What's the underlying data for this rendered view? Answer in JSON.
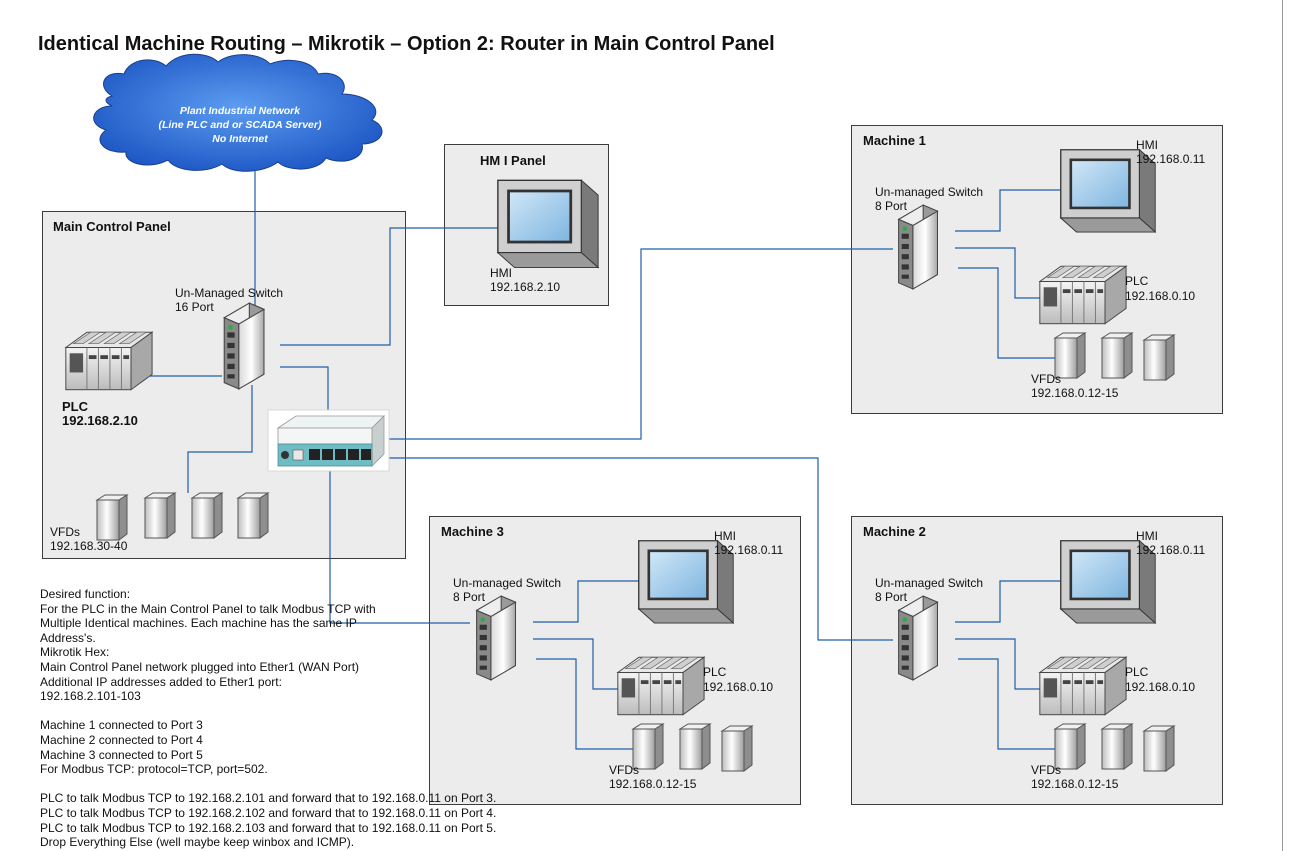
{
  "title": "Identical Machine Routing – Mikrotik – Option 2: Router in Main Control Panel",
  "cloud": {
    "line1": "Plant Industrial Network",
    "line2": "(Line PLC and or SCADA Server)",
    "line3": "No Internet"
  },
  "main_panel": {
    "title": "Main Control Panel",
    "switch_label_1": "Un-Managed Switch",
    "switch_label_2": "16 Port",
    "plc_label": "PLC",
    "plc_ip": "192.168.2.10",
    "vfd_label": "VFDs",
    "vfd_ip": "192.168.30-40"
  },
  "hmi_panel": {
    "title": "HM I Panel",
    "hmi_label": "HMI",
    "hmi_ip": "192.168.2.10"
  },
  "machine1": {
    "title": "Machine 1",
    "switch_label_1": "Un-managed Switch",
    "switch_label_2": "8 Port",
    "hmi_label": "HMI",
    "hmi_ip": "192.168.0.11",
    "plc_label": "PLC",
    "plc_ip": "192.168.0.10",
    "vfd_label": "VFDs",
    "vfd_ip": "192.168.0.12-15"
  },
  "machine2": {
    "title": "Machine 2",
    "switch_label_1": "Un-managed Switch",
    "switch_label_2": "8 Port",
    "hmi_label": "HMI",
    "hmi_ip": "192.168.0.11",
    "plc_label": "PLC",
    "plc_ip": "192.168.0.10",
    "vfd_label": "VFDs",
    "vfd_ip": "192.168.0.12-15"
  },
  "machine3": {
    "title": "Machine 3",
    "switch_label_1": "Un-managed Switch",
    "switch_label_2": "8 Port",
    "hmi_label": "HMI",
    "hmi_ip": "192.168.0.11",
    "plc_label": "PLC",
    "plc_ip": "192.168.0.10",
    "vfd_label": "VFDs",
    "vfd_ip": "192.168.0.12-15"
  },
  "notes": [
    "Desired function:",
    "For the PLC in the Main Control Panel to talk Modbus TCP with",
    "Multiple Identical machines. Each machine has the same IP",
    "Address's.",
    "Mikrotik Hex:",
    "Main Control Panel network plugged into Ether1 (WAN Port)",
    "Additional IP addresses added to Ether1 port:",
    "192.168.2.101-103",
    "",
    "Machine 1 connected to Port 3",
    "Machine 2 connected to Port 4",
    "Machine 3 connected to Port 5",
    "For Modbus TCP: protocol=TCP, port=502.",
    "",
    "PLC to talk Modbus TCP to 192.168.2.101 and forward that to 192.168.0.11 on Port 3.",
    "PLC to talk Modbus TCP to 192.168.2.102 and forward that to 192.168.0.11 on Port 4.",
    "PLC to talk Modbus TCP to 192.168.2.103 and forward that to 192.168.0.11 on Port 5.",
    "Drop Everything Else (well maybe keep winbox and ICMP)."
  ],
  "colors": {
    "wire": "#1f5fa8",
    "panel_fill": "#ececec",
    "cloud": "#2e6fd6",
    "router_teal": "#6fbcc4"
  }
}
